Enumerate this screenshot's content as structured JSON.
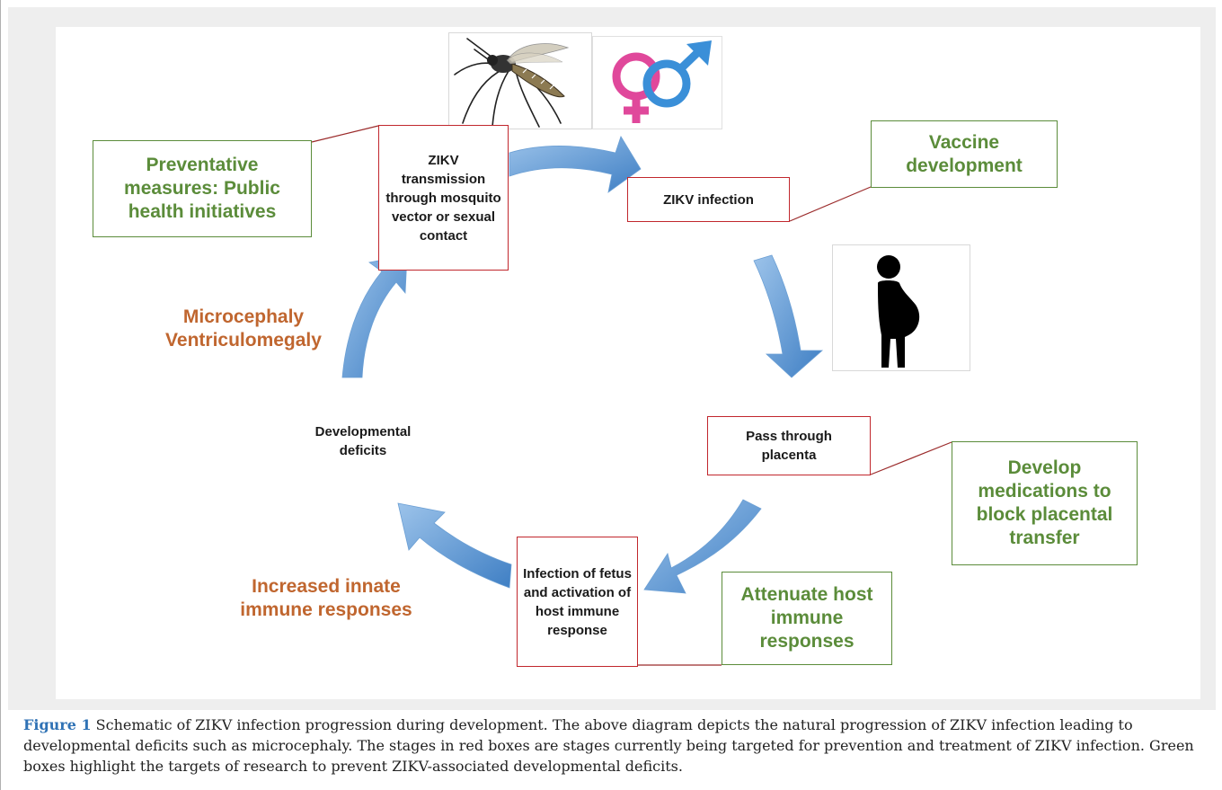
{
  "stages": {
    "transmission": "ZIKV transmission through mosquito vector or sexual contact",
    "infection": "ZIKV infection",
    "placenta": "Pass through placenta",
    "fetus": "Infection of fetus and activation of host immune response",
    "deficits": "Developmental deficits"
  },
  "targets": {
    "preventative": "Preventative measures: Public health initiatives",
    "vaccine": "Vaccine development",
    "medications": "Develop medications to block placental transfer",
    "attenuate": "Attenuate host immune responses"
  },
  "outcomes": {
    "microcephaly_line1": "Microcephaly",
    "microcephaly_line2": "Ventriculomegaly",
    "innate": "Increased innate immune responses"
  },
  "icons": {
    "mosquito": "mosquito-icon",
    "gender": "male-female-symbol-icon",
    "pregnant": "pregnant-woman-icon"
  },
  "colors": {
    "red_box": "#c1272d",
    "green_box": "#5b8c3a",
    "orange_text": "#c0662f",
    "arrow": "#4a86c8",
    "caption_label": "#2f72b5"
  },
  "caption": {
    "label": "Figure 1",
    "text": " Schematic of ZIKV infection progression during development. The above diagram depicts the natural progression of ZIKV infection leading to developmental deficits such as microcephaly. The stages in red boxes are stages currently being targeted for prevention and treatment of ZIKV infection. Green boxes highlight the targets of research to prevent ZIKV-associated developmental deficits."
  }
}
